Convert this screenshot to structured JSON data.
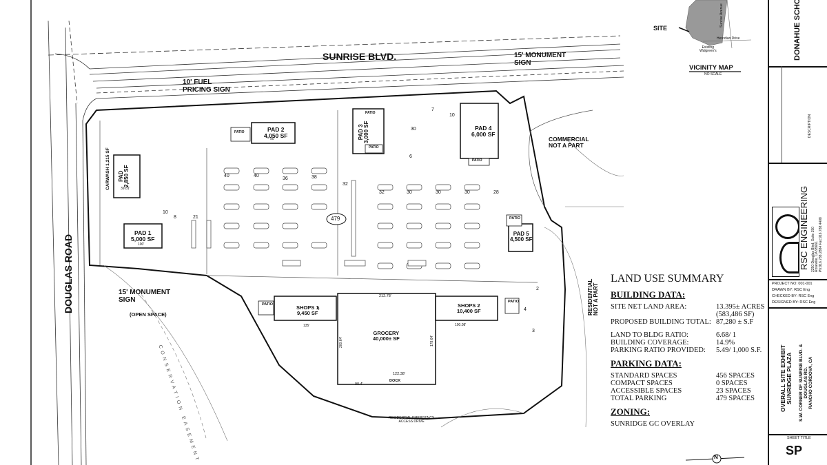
{
  "streets": {
    "sunrise": "SUNRISE BLVD.",
    "douglas": "DOUGLAS ROAD"
  },
  "callouts": {
    "fuel_sign": [
      "10' FUEL",
      "PRICING SIGN"
    ],
    "monument_north": [
      "15' MONUMENT",
      "SIGN"
    ],
    "monument_west": [
      "15' MONUMENT",
      "SIGN"
    ],
    "open_space": "(OPEN SPACE)",
    "commercial": [
      "COMMERCIAL",
      "NOT A PART"
    ],
    "residential": [
      "RESIDENTIAL",
      "NOT A PART"
    ],
    "emergency": [
      "RESIDENTIAL EMERGENCY",
      "ACCESS DRIVE"
    ],
    "easement": "CONSERVATION EASEMENT"
  },
  "buildings": {
    "pad1": {
      "name": "PAD 1",
      "area": "5,000 SF",
      "dim": "100'"
    },
    "pad2": {
      "name": "PAD 2",
      "area": "4,050 SF",
      "dim": "90'"
    },
    "pad3": {
      "name": "PAD 3",
      "area": "3,000 SF"
    },
    "pad4": {
      "name": "PAD 4",
      "area": "6,000 SF"
    },
    "pad5": {
      "name": "PAD 5",
      "area": "4,500 SF"
    },
    "pad_carwash": {
      "name": "PAD",
      "area": "2,850 SF",
      "carwash": "CARWASH",
      "carwash_area": "1,215 SF",
      "dim": "39.81'"
    },
    "shops1": {
      "name": "SHOPS 1",
      "area": "9,450 SF",
      "dim": "135'"
    },
    "shops2": {
      "name": "SHOPS 2",
      "area": "10,400 SF",
      "dim": "100.08'"
    },
    "grocery": {
      "name": "GROCERY",
      "area": "40,000± SF",
      "top_dim": "212.78'",
      "bottom_dim": "122.38'",
      "dock": "DOCK",
      "left_dim": "200.64'",
      "right_dim": "178.64'",
      "dim_90": "90.4'"
    }
  },
  "patio_labels": [
    "PATIO",
    "PATIO",
    "PATIO",
    "PATIO",
    "PATIO",
    "PATIO",
    "PATIO"
  ],
  "parking_total_bubble": "479",
  "parking_counts": [
    "40",
    "40",
    "36",
    "38",
    "32",
    "32",
    "30",
    "30",
    "30",
    "30",
    "28",
    "21",
    "10",
    "8",
    "7",
    "10",
    "6",
    "4",
    "4",
    "3",
    "2"
  ],
  "vicinity": {
    "title": "VICINITY MAP",
    "scale": "NO SCALE",
    "site": "SITE",
    "street1": "Sunrise Avenue",
    "street2": "Herodian Drive",
    "note": [
      "Existing",
      "Walgreen's"
    ],
    "school": "DONAHUE SCHOOL"
  },
  "summary": {
    "title": "LAND USE SUMMARY",
    "building_head": "BUILDING DATA:",
    "building_rows": [
      [
        "SITE NET LAND AREA:",
        "13.395± ACRES"
      ],
      [
        "",
        "(583,486 SF)"
      ],
      [
        "PROPOSED BUILDING TOTAL:",
        "87,280 ± S.F"
      ],
      [
        "",
        ""
      ],
      [
        "LAND TO BLDG RATIO:",
        "6.68/ 1"
      ],
      [
        "BUILDING COVERAGE:",
        "14.9%"
      ],
      [
        "PARKING RATIO PROVIDED:",
        "5.49/ 1,000 S.F."
      ]
    ],
    "parking_head": "PARKING DATA:",
    "parking_rows": [
      [
        "STANDARD SPACES",
        "456 SPACES"
      ],
      [
        "COMPACT SPACES",
        "0 SPACES"
      ],
      [
        "ACCESSIBLE SPACES",
        "23 SPACES"
      ],
      [
        "TOTAL PARKING",
        "479 SPACES"
      ]
    ],
    "zoning_head": "ZONING:",
    "zoning": "SUNRIDGE GC OVERLAY"
  },
  "titleblock": {
    "firm": "RSC ENGINEERING",
    "firm_address": [
      "2250 Douglas Blvd. Suite 150",
      "Roseville, CA 95661",
      "Ph:916.788.2884  Fax:916.788.4408"
    ],
    "project_no_label": "PROJECT NO:",
    "project_no": "001-001",
    "drawn_label": "DRAWN BY:",
    "drawn": "RSC Eng",
    "checked_label": "CHECKED BY:",
    "checked": "RSC Eng",
    "designed_label": "DESIGNED BY:",
    "designed": "RSC Eng",
    "sheet_name": [
      "OVERALL SITE EXHIBIT",
      "SUNRIDGE PLAZA"
    ],
    "location": [
      "S.W. CORNER OF SUNRISE BLVD. &",
      "DOUGLAS RD.",
      "RANCHO CORDOVA, CA"
    ],
    "sheet_title_label": "SHEET TITLE",
    "sheet": "SP",
    "description_header": "DESCRIPTION"
  },
  "north": "N"
}
